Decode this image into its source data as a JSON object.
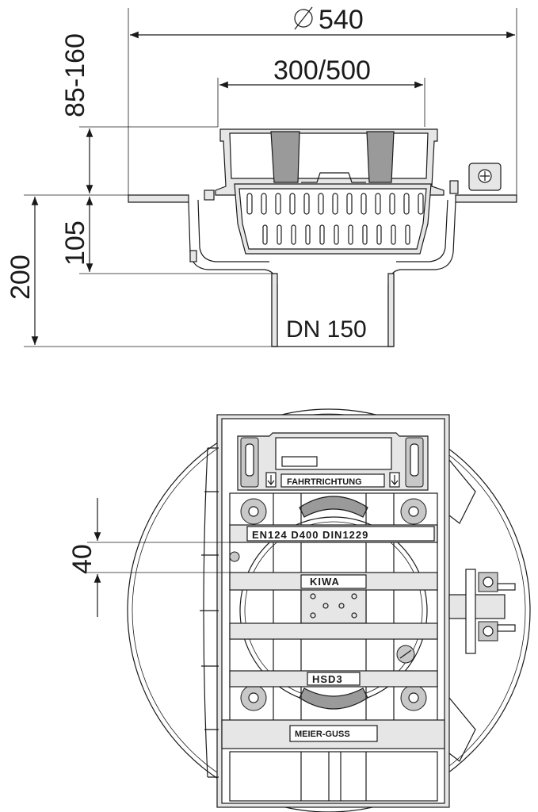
{
  "side_view": {
    "dim_diameter": "540",
    "dim_inner": "300/500",
    "dim_height_adjust": "85-160",
    "dim_body": "105",
    "dim_total": "200",
    "pipe_label": "DN 150"
  },
  "top_view": {
    "grate_text_1": "FAHRTRICHTUNG",
    "grate_text_2": "EN124 D400 DIN1229",
    "grate_text_3": "KIWA",
    "grate_text_4": "HSD3",
    "grate_text_5": "MEIER-GUSS",
    "dim_bar": "40"
  }
}
